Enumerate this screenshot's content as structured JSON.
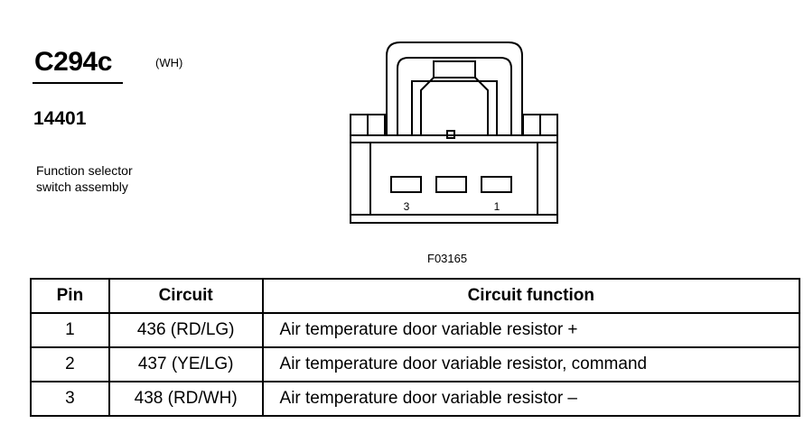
{
  "connector": {
    "id": "C294c",
    "color_code": "(WH)",
    "part_number": "14401",
    "description_lines": [
      "Function selector",
      "switch assembly"
    ],
    "figure_code": "F03165",
    "pin_labels": {
      "left": "3",
      "right": "1"
    }
  },
  "table": {
    "headers": {
      "pin": "Pin",
      "circuit": "Circuit",
      "function": "Circuit function"
    },
    "rows": [
      {
        "pin": "1",
        "circuit": "436 (RD/LG)",
        "function": "Air temperature door variable resistor +"
      },
      {
        "pin": "2",
        "circuit": "437 (YE/LG)",
        "function": "Air temperature door variable resistor, command"
      },
      {
        "pin": "3",
        "circuit": "438 (RD/WH)",
        "function": "Air temperature door variable resistor –"
      }
    ]
  }
}
